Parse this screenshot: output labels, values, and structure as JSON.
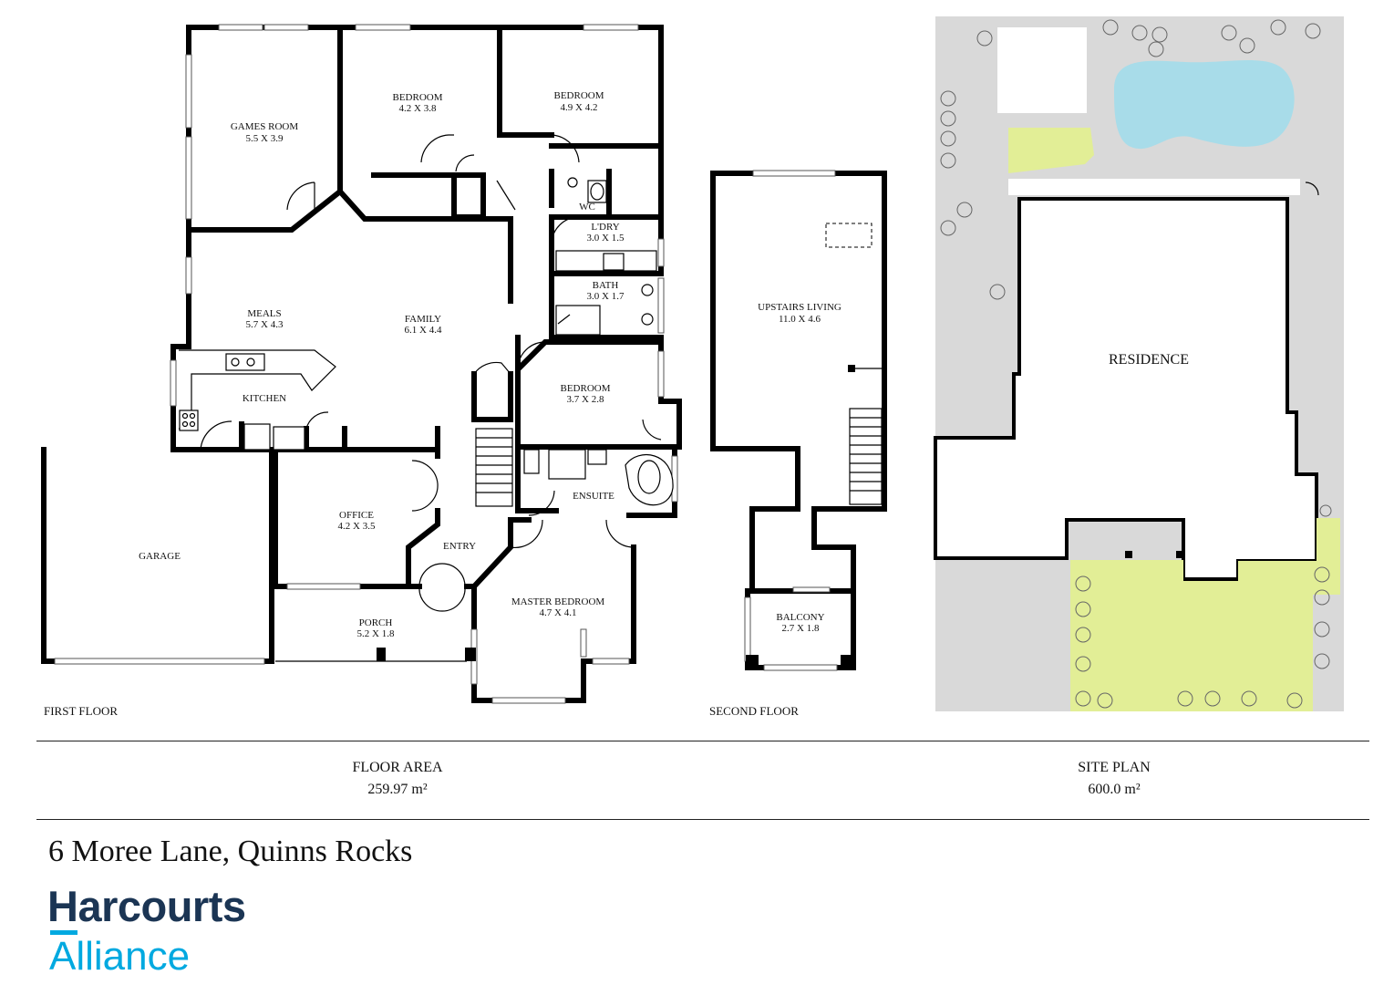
{
  "rooms": {
    "games_room": {
      "name": "GAMES ROOM",
      "dims": "5.5 X 3.9"
    },
    "bedroom_2": {
      "name": "BEDROOM",
      "dims": "4.2 X 3.8"
    },
    "bedroom_3": {
      "name": "BEDROOM",
      "dims": "4.9 X 4.2"
    },
    "wc": {
      "name": "WC"
    },
    "laundry": {
      "name": "L'DRY",
      "dims": "3.0 X 1.5"
    },
    "bath": {
      "name": "BATH",
      "dims": "3.0 X 1.7"
    },
    "meals": {
      "name": "MEALS",
      "dims": "5.7 X 4.3"
    },
    "family": {
      "name": "FAMILY",
      "dims": "6.1 X 4.4"
    },
    "kitchen": {
      "name": "KITCHEN"
    },
    "bedroom_4": {
      "name": "BEDROOM",
      "dims": "3.7 X 2.8"
    },
    "ensuite": {
      "name": "ENSUITE"
    },
    "garage": {
      "name": "GARAGE"
    },
    "office": {
      "name": "OFFICE",
      "dims": "4.2 X 3.5"
    },
    "entry": {
      "name": "ENTRY"
    },
    "porch": {
      "name": "PORCH",
      "dims": "5.2 X 1.8"
    },
    "master_bedroom": {
      "name": "MASTER BEDROOM",
      "dims": "4.7 X 4.1"
    },
    "upstairs_living": {
      "name": "UPSTAIRS LIVING",
      "dims": "11.0 X 4.6"
    },
    "balcony": {
      "name": "BALCONY",
      "dims": "2.7 X 1.8"
    },
    "residence": {
      "name": "RESIDENCE"
    }
  },
  "floors": {
    "first": "FIRST FLOOR",
    "second": "SECOND FLOOR"
  },
  "summary": {
    "floor_area_label": "FLOOR AREA",
    "floor_area_value": "259.97 m²",
    "site_plan_label": "SITE PLAN",
    "site_plan_value": "600.0 m²"
  },
  "address": "6 Moree Lane, Quinns Rocks",
  "logo": {
    "line1": "Harcourts",
    "line2": "Alliance",
    "primary": "#1b3554",
    "accent": "#00a9e0"
  },
  "colors": {
    "site_ground": "#d9d9d9",
    "pool": "#a8dce9",
    "lawn": "#e2ee96",
    "walls": "#000000"
  }
}
